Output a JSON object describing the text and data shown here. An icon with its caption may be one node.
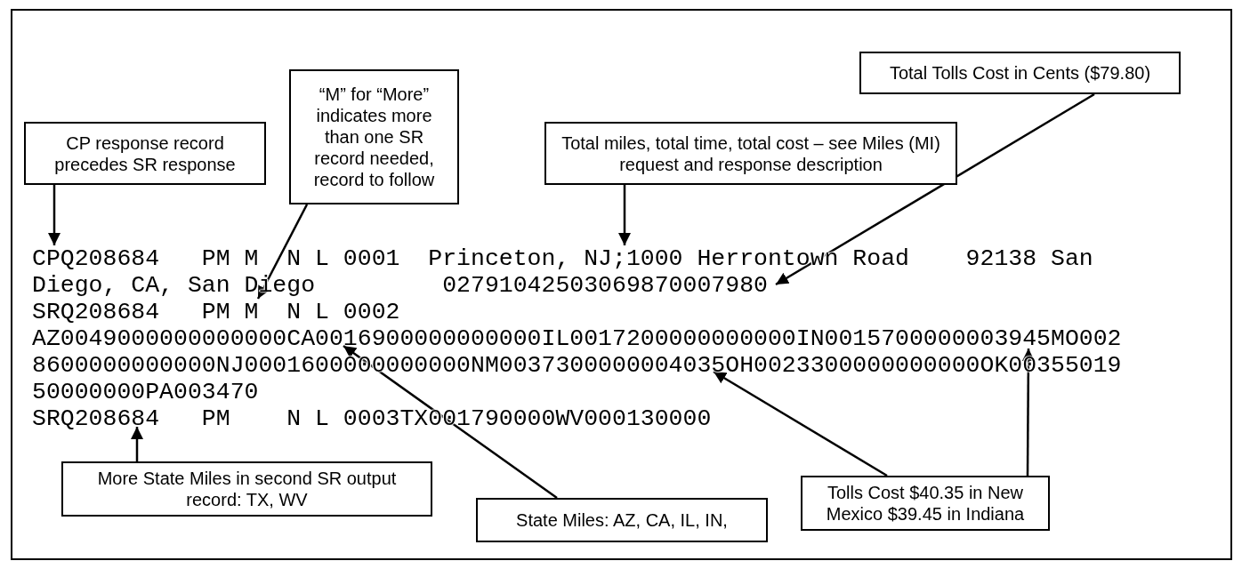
{
  "diagram": {
    "nodes": [
      {
        "text": [
          "CP response record precedes SR response"
        ]
      },
      {
        "text": [
          "“M” for “More” indicates more than one SR record needed, record to follow"
        ]
      },
      {
        "text": [
          "Total miles, total time, total cost – see Miles (MI) request and response description"
        ]
      },
      {
        "text": [
          "Total Tolls Cost in Cents ($79.80)"
        ]
      },
      {
        "text": [
          "CPQ208684   PM M  N L 0001  Princeton, NJ;1000 Herrontown Road    92138 San",
          "Diego, CA, San Diego         02791042503069870007980",
          "SRQ208684   PM M  N L 0002",
          "AZ0049000000000000CA0016900000000000IL0017200000000000IN0015700000003945MO002",
          "8600000000000NJ0001600000000000NM0037300000004035OH0023300000000000OK00355019",
          "50000000PA003470",
          "SRQ208684   PM    N L 0003TX001790000WV000130000"
        ]
      },
      {
        "text": [
          "More State Miles in second SR output record: TX, WV"
        ]
      },
      {
        "text": [
          "State Miles: AZ, CA, IL, IN,"
        ]
      },
      {
        "text": [
          "Tolls Cost $40.35 in New Mexico $39.45 in Indiana"
        ]
      }
    ],
    "edges": [
      {
        "from": 0,
        "to": 4,
        "arrow": "to"
      },
      {
        "from": 1,
        "to": 4,
        "arrow": "to"
      },
      {
        "from": 2,
        "to": 4,
        "arrow": "to"
      },
      {
        "from": 3,
        "to": 4,
        "arrow": "to"
      },
      {
        "from": 7,
        "to": 4,
        "arrow": "to"
      },
      {
        "from": 7,
        "to": 4,
        "arrow": "to"
      },
      {
        "from": 6,
        "to": 4,
        "arrow": "to"
      },
      {
        "from": 5,
        "to": 4,
        "arrow": "to"
      }
    ]
  }
}
